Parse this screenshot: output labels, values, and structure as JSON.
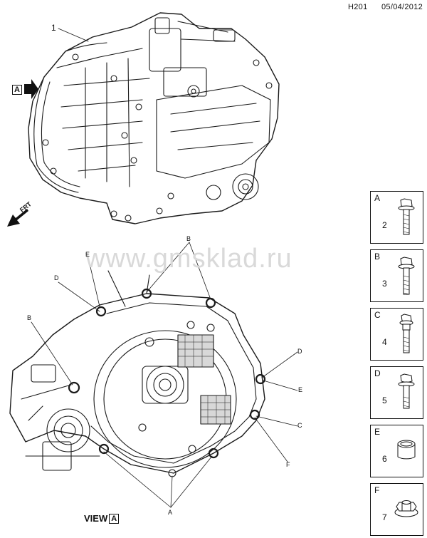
{
  "header": {
    "code": "H201",
    "date": "05/04/2012"
  },
  "watermark": "www.gmsklad.ru",
  "top_view": {
    "callout_1": "1",
    "view_arrow_letter": "A",
    "frt_label": "FRT"
  },
  "bottom_view": {
    "view_label": "VIEW",
    "view_letter": "A",
    "callouts": {
      "b_top": "B",
      "e_left": "E",
      "d_left": "D",
      "b_left": "B",
      "d_right": "D",
      "e_right": "E",
      "c_right": "C",
      "f_right": "F",
      "a_bottom": "A"
    }
  },
  "parts": [
    {
      "letter": "A",
      "number": "2",
      "icon": "bolt-flange-long-icon"
    },
    {
      "letter": "B",
      "number": "3",
      "icon": "bolt-flange-long-icon"
    },
    {
      "letter": "C",
      "number": "4",
      "icon": "bolt-collar-icon"
    },
    {
      "letter": "D",
      "number": "5",
      "icon": "bolt-flange-short-icon"
    },
    {
      "letter": "E",
      "number": "6",
      "icon": "dowel-sleeve-icon"
    },
    {
      "letter": "F",
      "number": "7",
      "icon": "flange-nut-icon"
    }
  ]
}
